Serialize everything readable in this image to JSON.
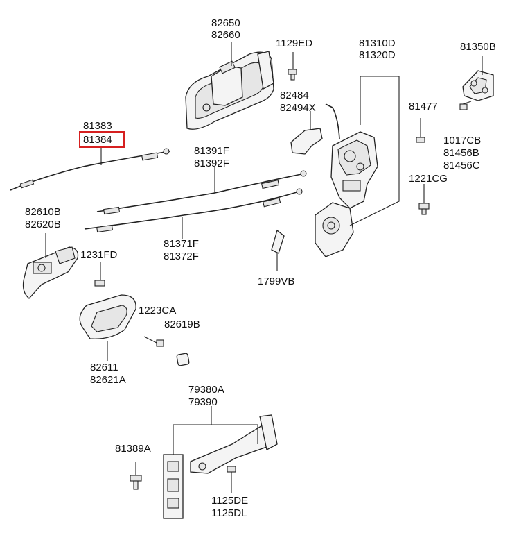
{
  "labels": {
    "p82650": "82650",
    "p82660": "82660",
    "p1129ED": "1129ED",
    "p81310D": "81310D",
    "p81320D": "81320D",
    "p81350B": "81350B",
    "p82484": "82484",
    "p82494X": "82494X",
    "p81477": "81477",
    "p1017CB": "1017CB",
    "p81456B": "81456B",
    "p81456C": "81456C",
    "p81383": "81383",
    "p81384": "81384",
    "p81391F": "81391F",
    "p81392F": "81392F",
    "p1221CG": "1221CG",
    "p82610B": "82610B",
    "p82620B": "82620B",
    "p81371F": "81371F",
    "p81372F": "81372F",
    "p1231FD": "1231FD",
    "p1799VB": "1799VB",
    "p1223CA": "1223CA",
    "p82619B": "82619B",
    "p82611": "82611",
    "p82621A": "82621A",
    "p79380A": "79380A",
    "p79390": "79390",
    "p81389A": "81389A",
    "p1125DE": "1125DE",
    "p1125DL": "1125DL"
  },
  "highlight_color": "#d62020"
}
